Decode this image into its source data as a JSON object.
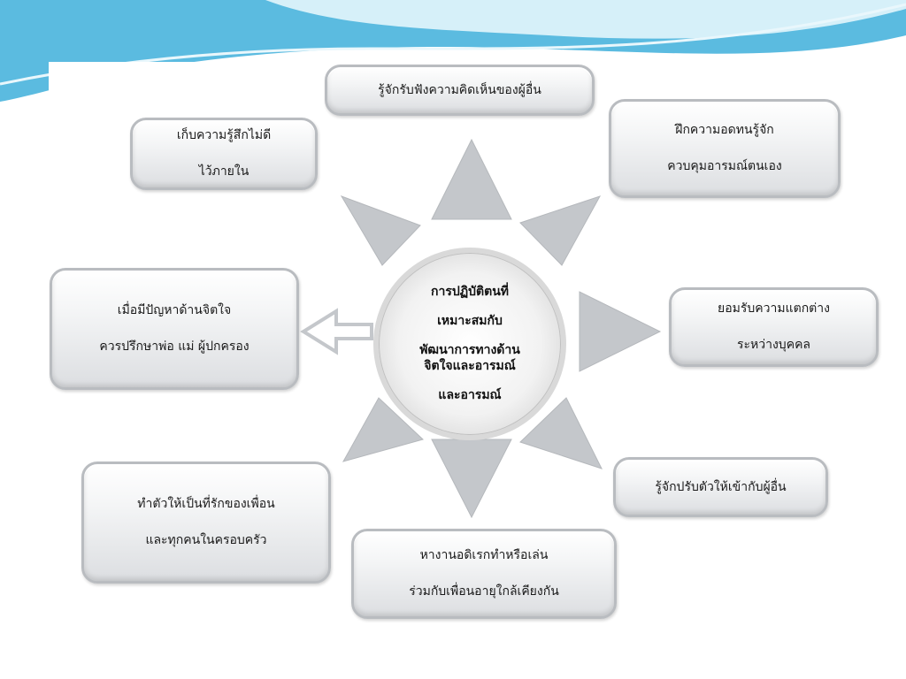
{
  "center": {
    "line1": "การปฏิบัติตนที่",
    "line2": "เหมาะสมกับ",
    "line3": "พัฒนาการทางด้าน",
    "line4": "จิตใจและอารมณ์",
    "line5": "และอารมณ์"
  },
  "boxes": {
    "top": [
      "รู้จักรับฟังความคิดเห็นของผู้อื่น"
    ],
    "top_right": [
      "ฝึกความอดทนรู้จัก",
      "ควบคุมอารมณ์ตนเอง"
    ],
    "top_left": [
      "เก็บความรู้สึกไม่ดี",
      "ไว้ภายใน"
    ],
    "left": [
      "เมื่อมีปัญหาด้านจิตใจ",
      "ควรปรึกษาพ่อ แม่ ผู้ปกครอง"
    ],
    "right": [
      "ยอมรับความแตกต่าง",
      "ระหว่างบุคคล"
    ],
    "bottom_right": [
      "รู้จักปรับตัวให้เข้ากับผู้อื่น"
    ],
    "bottom_left": [
      "ทำตัวให้เป็นที่รักของเพื่อน",
      "และทุกคนในครอบครัว"
    ],
    "bottom": [
      "หางานอดิเรกทำหรือเล่น",
      "ร่วมกับเพื่อนอายุใกล้เคียงกัน"
    ]
  },
  "colors": {
    "wave_dark": "#3aa7d3",
    "wave_light": "#bfe7f5",
    "arrow_gray": "#c4c7cb"
  }
}
